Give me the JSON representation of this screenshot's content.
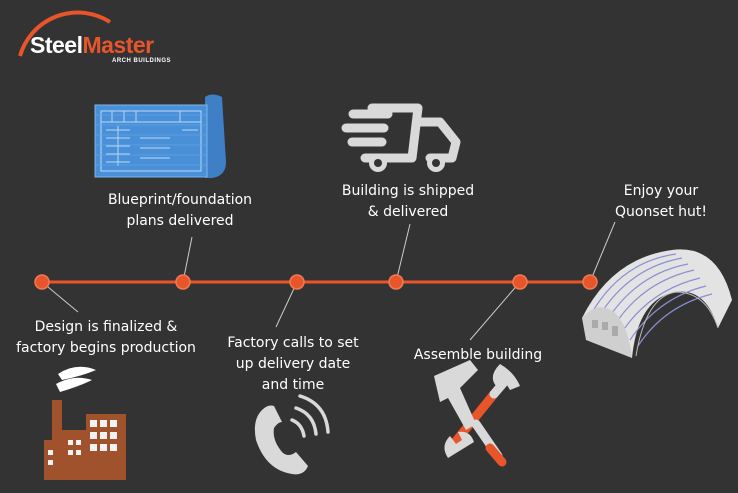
{
  "brand": {
    "name_part1": "Steel",
    "name_part2": "Master",
    "tagline": "ARCH BUILDINGS"
  },
  "colors": {
    "background": "#333333",
    "accent": "#e8552b",
    "icon_gray": "#d9d9d9",
    "blueprint": "#4a90d9",
    "factory": "#a0522d"
  },
  "steps": [
    {
      "label": "Design is finalized &\nfactory begins production",
      "icon": "factory-icon"
    },
    {
      "label": "Blueprint/foundation\nplans delivered",
      "icon": "blueprint-icon"
    },
    {
      "label": "Factory calls to set\nup delivery date\nand time",
      "icon": "phone-icon"
    },
    {
      "label": "Building is shipped\n& delivered",
      "icon": "truck-icon"
    },
    {
      "label": "Assemble building",
      "icon": "tools-icon"
    },
    {
      "label": "Enjoy your\nQuonset hut!",
      "icon": "quonset-hut-icon"
    }
  ]
}
